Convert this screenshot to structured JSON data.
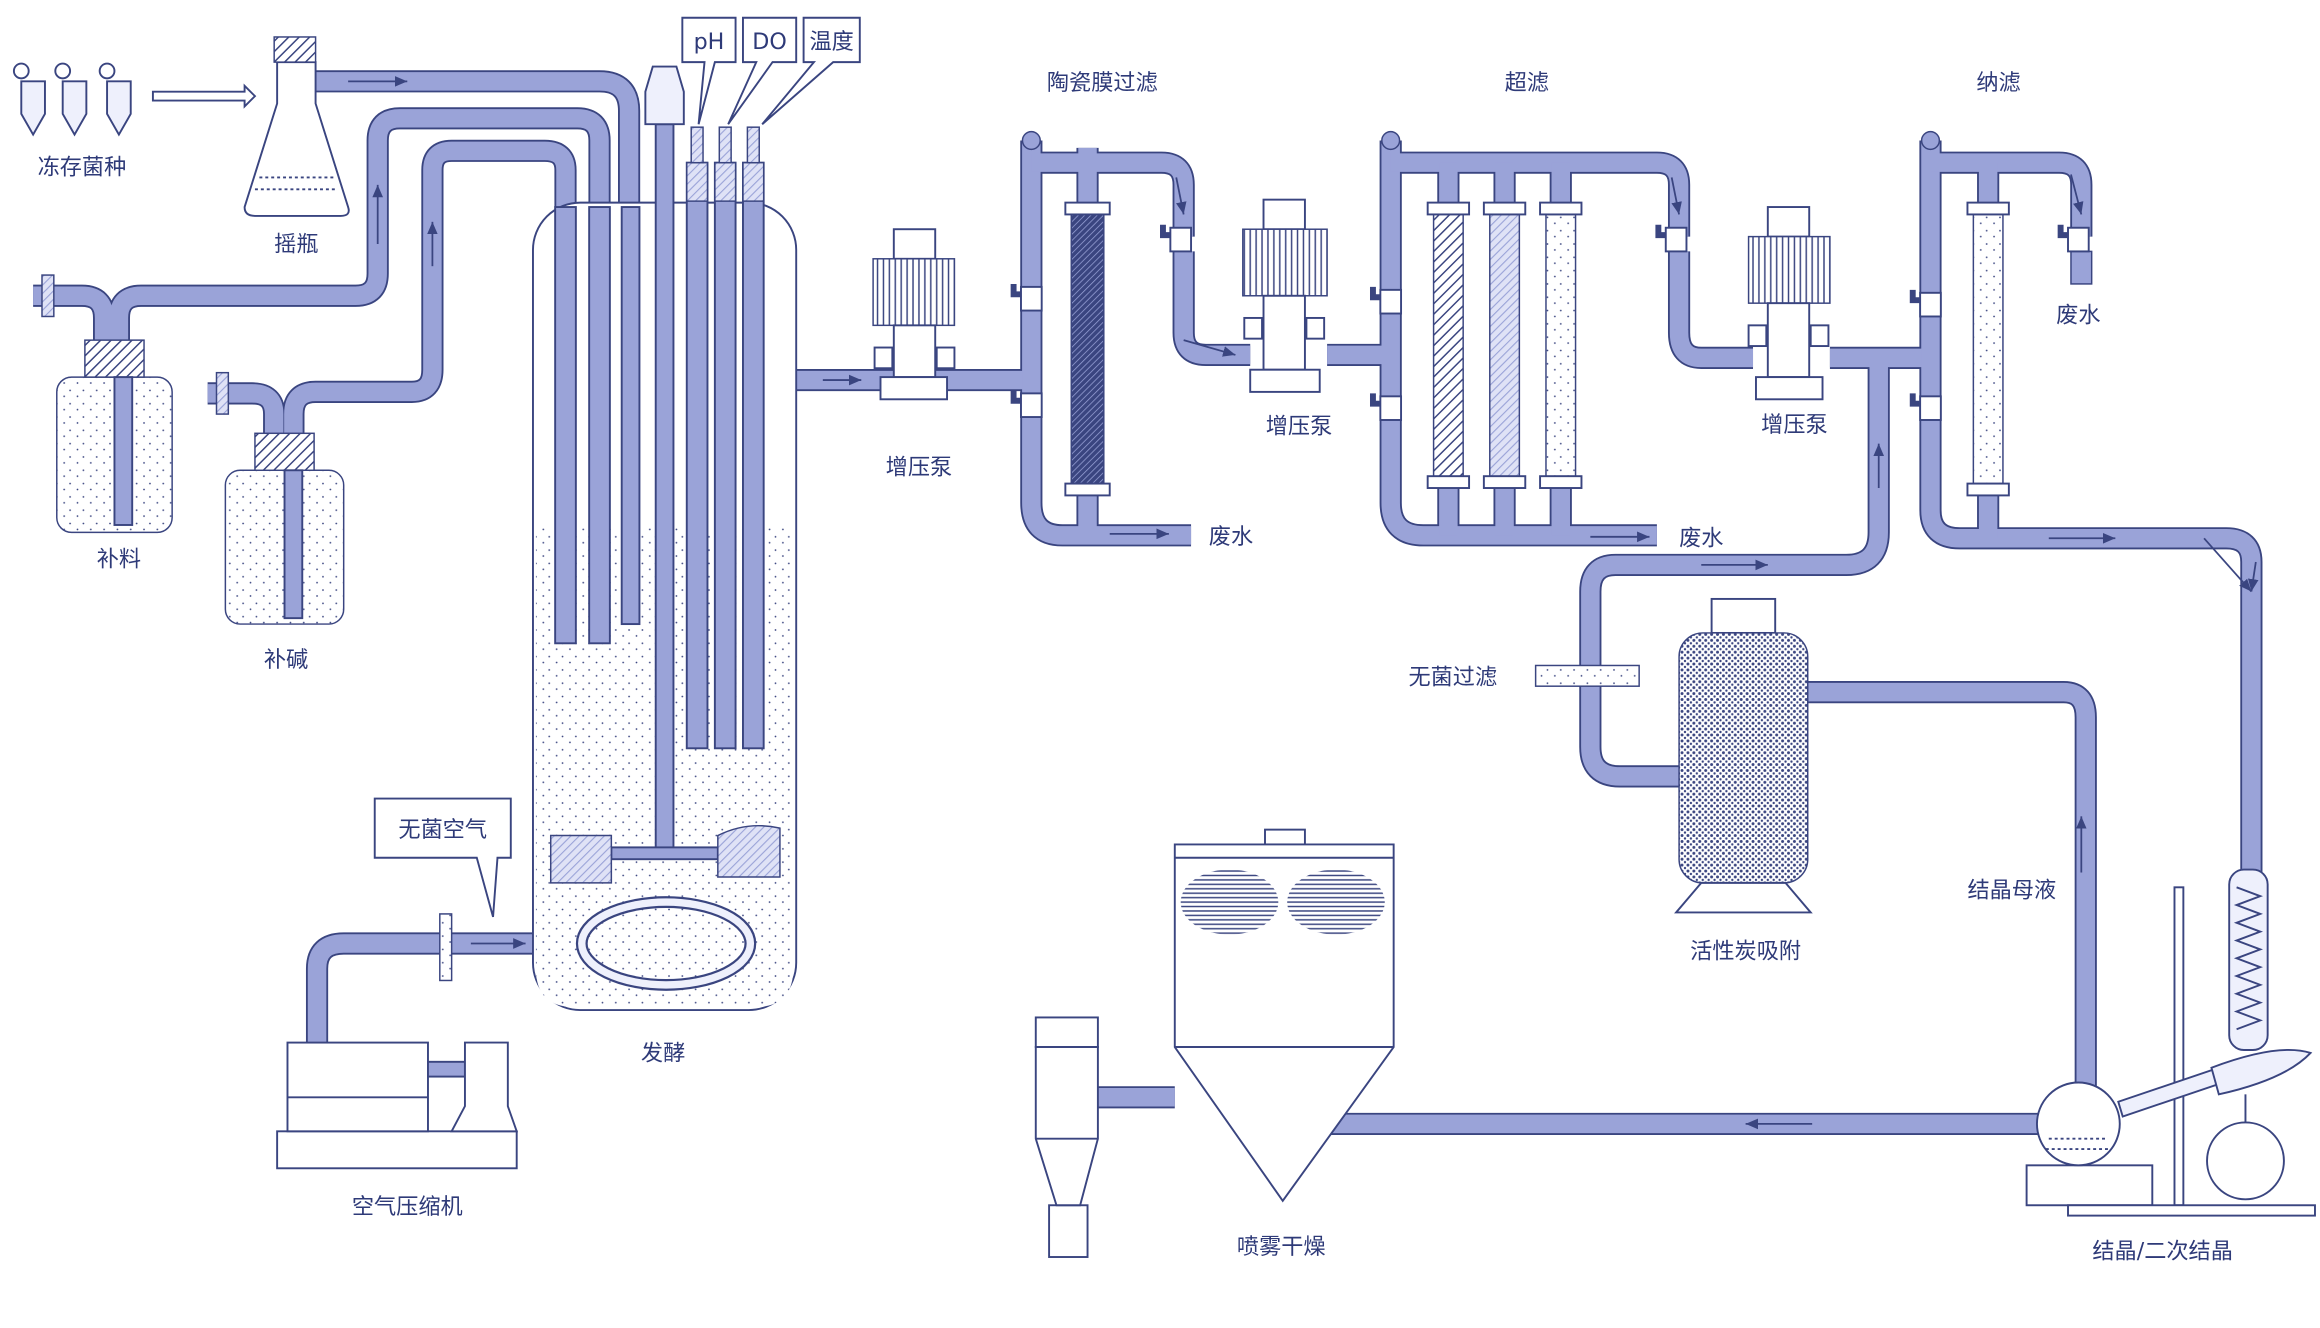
{
  "colors": {
    "pipe": "#9aa3d8",
    "outline": "#3a4580",
    "text": "#2e3a78"
  },
  "labels": {
    "frozen_strain": "冻存菌种",
    "shake_flask": "摇瓶",
    "feed": "补料",
    "base_feed": "补碱",
    "ph": "pH",
    "do": "DO",
    "temperature": "温度",
    "fermentation": "发酵",
    "sterile_air": "无菌空气",
    "air_compressor": "空气压缩机",
    "pump1": "增压泵",
    "pump2": "增压泵",
    "pump3": "增压泵",
    "ceramic_membrane": "陶瓷膜过滤",
    "ultrafiltration": "超滤",
    "nanofiltration": "纳滤",
    "waste1": "废水",
    "waste2": "废水",
    "waste3": "废水",
    "sterile_filter": "无菌过滤",
    "activated_carbon": "活性炭吸附",
    "mother_liquor": "结晶母液",
    "spray_drying": "喷雾干燥",
    "crystallization": "结晶/二次结晶"
  }
}
